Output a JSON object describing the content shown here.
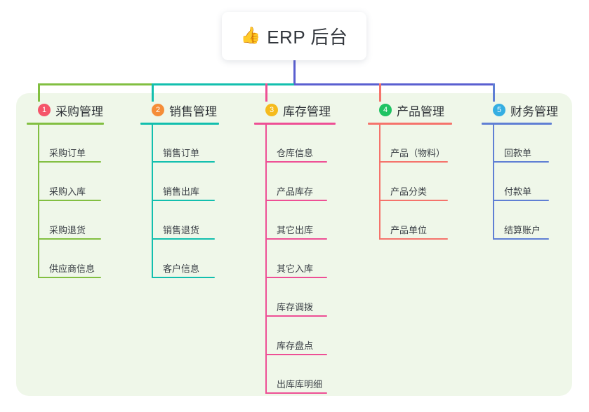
{
  "root": {
    "icon": "thumbs-up-icon",
    "emoji": "👍",
    "title": "ERP 后台"
  },
  "theme": {
    "panel_bg": "#eff7e9",
    "page_bg": "#ffffff",
    "root_stem": "#5a5fd0",
    "bus_green": "#82bf41",
    "bus_teal": "#12bfae",
    "bus_blue": "#5a5fd0"
  },
  "columns": [
    {
      "number": "1",
      "title": "采购管理",
      "badge_color": "#f5556a",
      "line_color": "#82bf41",
      "items": [
        {
          "label": "采购订单"
        },
        {
          "label": "采购入库"
        },
        {
          "label": "采购退货"
        },
        {
          "label": "供应商信息"
        }
      ]
    },
    {
      "number": "2",
      "title": "销售管理",
      "badge_color": "#f58d38",
      "line_color": "#12bfae",
      "items": [
        {
          "label": "销售订单"
        },
        {
          "label": "销售出库"
        },
        {
          "label": "销售退货"
        },
        {
          "label": "客户信息"
        }
      ]
    },
    {
      "number": "3",
      "title": "库存管理",
      "badge_color": "#f5bb1d",
      "line_color": "#ee4f95",
      "items": [
        {
          "label": "仓库信息"
        },
        {
          "label": "产品库存"
        },
        {
          "label": "其它出库"
        },
        {
          "label": "其它入库"
        },
        {
          "label": "库存调拨"
        },
        {
          "label": "库存盘点"
        },
        {
          "label": "出库库明细"
        }
      ]
    },
    {
      "number": "4",
      "title": "产品管理",
      "badge_color": "#1fc363",
      "line_color": "#f5736b",
      "items": [
        {
          "label": "产品（物料）"
        },
        {
          "label": "产品分类"
        },
        {
          "label": "产品单位"
        }
      ]
    },
    {
      "number": "5",
      "title": "财务管理",
      "badge_color": "#35aee2",
      "line_color": "#5f7fd4",
      "items": [
        {
          "label": "回款单"
        },
        {
          "label": "付款单"
        },
        {
          "label": "结算账户"
        }
      ]
    }
  ]
}
